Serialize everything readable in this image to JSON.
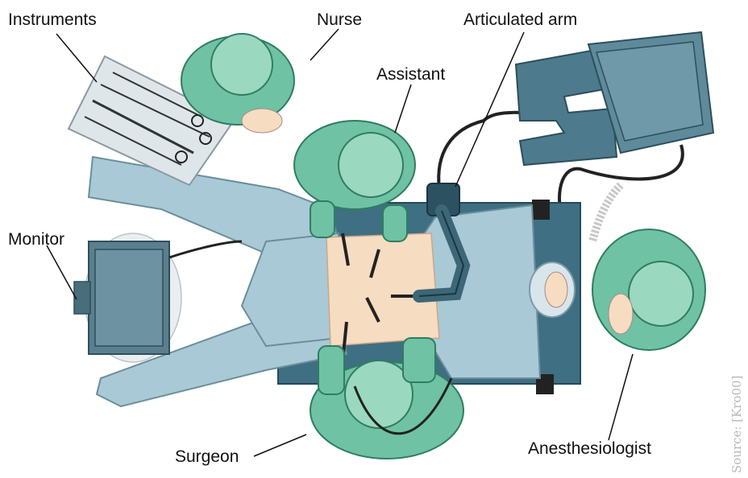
{
  "labels": {
    "instruments": "Instruments",
    "nurse": "Nurse",
    "articulated_arm": "Articulated arm",
    "assistant": "Assistant",
    "monitor": "Monitor",
    "surgeon": "Surgeon",
    "anesthesiologist": "Anesthesiologist"
  },
  "source": "Source: [Kro00]",
  "colors": {
    "scrubs": "#6fc2a3",
    "scrubs_dark": "#4a9e80",
    "drape": "#a9c9d6",
    "drape_dark": "#7ea7b8",
    "table": "#3f6f82",
    "skin": "#f6dcc0",
    "equipment": "#4d7a8c",
    "monitor_body": "#5b7f8e",
    "instrument_tray": "#dfe6ea"
  }
}
